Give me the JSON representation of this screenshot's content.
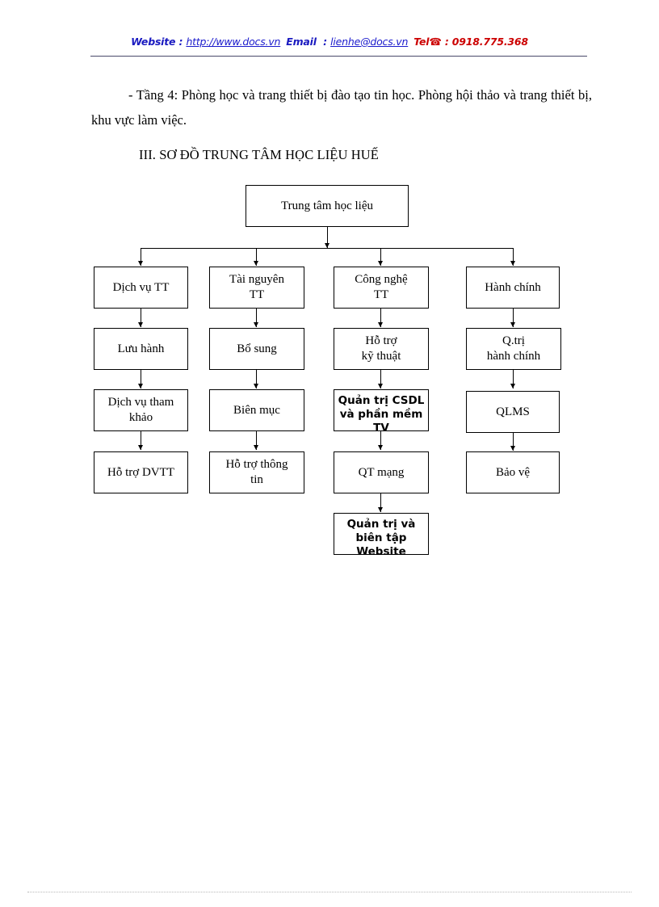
{
  "header": {
    "website_label": "Website",
    "website_colon": ":",
    "website_url": "http://www.docs.vn",
    "email_label": "Email",
    "email_colon": ":",
    "email_address": "lienhe@docs.vn",
    "tel_label": "Tel",
    "tel_icon": "telephone-icon",
    "tel_glyph": "☎",
    "tel_colon": ":",
    "tel_number": "0918.775.368",
    "colors": {
      "blue": "#1a1ac0",
      "link_blue": "#1a1acc",
      "red": "#cc0000",
      "rule": "#4a4a6a"
    }
  },
  "body": {
    "paragraph": "- Tầng 4: Phòng học và trang thiết bị đào tạo tin học. Phòng hội thảo và trang thiết bị, khu vực làm việc.",
    "section_title": "III. SƠ ĐỒ TRUNG TÂM HỌC LIỆU HUẾ"
  },
  "chart_data": {
    "type": "diagram",
    "title": "SƠ ĐỒ TRUNG TÂM HỌC LIỆU HUẾ",
    "root": "Trung tâm học liệu",
    "columns": [
      {
        "head": "Dịch vụ TT",
        "items": [
          "Lưu hành",
          "Dịch vụ tham khảo",
          "Hỗ trợ DVTT"
        ]
      },
      {
        "head": "Tài nguyên TT",
        "items": [
          "Bổ sung",
          "Biên mục",
          "Hỗ trợ thông tin"
        ]
      },
      {
        "head": "Công nghệ TT",
        "items": [
          "Hỗ trợ kỹ thuật",
          "Quản trị CSDL và phần mềm TV",
          "QT mạng",
          "Quản trị và biên tập Website"
        ]
      },
      {
        "head": "Hành chính",
        "items": [
          "Q.trị hành chính",
          "QLMS",
          "Bảo vệ"
        ]
      }
    ]
  },
  "nodes": {
    "root": "Trung tâm học liệu",
    "c1r1": "Dịch vụ TT",
    "c1r2": "Lưu hành",
    "c1r3_line1": "Dịch vụ tham",
    "c1r3_line2": "khảo",
    "c1r4": "Hỗ trợ DVTT",
    "c2r1_line1": "Tài nguyên",
    "c2r1_line2": "TT",
    "c2r2": "Bổ sung",
    "c2r3": "Biên mục",
    "c2r4_line1": "Hỗ trợ thông",
    "c2r4_line2": "tin",
    "c3r1_line1": "Công nghệ",
    "c3r1_line2": "TT",
    "c3r2_line1": "Hỗ trợ",
    "c3r2_line2": "kỹ thuật",
    "c3r3_line1": "Quản trị CSDL",
    "c3r3_line2": "và phần mềm",
    "c3r3_line3": "TV",
    "c3r4": "QT mạng",
    "c3r5_line1": "Quản trị và",
    "c3r5_line2": "biên tập",
    "c3r5_line3": "Website",
    "c4r1": "Hành chính",
    "c4r2_line1": "Q.trị",
    "c4r2_line2": "hành chính",
    "c4r3": "QLMS",
    "c4r4": "Bảo vệ"
  }
}
